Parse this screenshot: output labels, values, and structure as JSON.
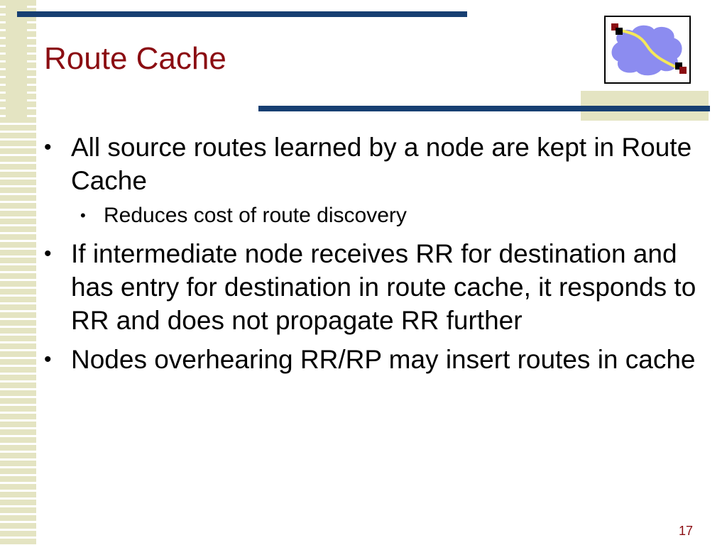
{
  "slide": {
    "title": "Route Cache",
    "page_number": "17",
    "colors": {
      "title": "#8b0d12",
      "accent_line": "#173f72",
      "stripe": "#e4e4c2",
      "logo_cloud": "#8c8cf0",
      "logo_path": "#f5e85a",
      "logo_node": "#8b0d12"
    },
    "logo_icon": "network-cloud-icon",
    "bullets": [
      {
        "text": "All source routes learned by a node are kept in Route Cache",
        "sub": [
          "Reduces cost of route discovery"
        ]
      },
      {
        "text": "If intermediate node receives RR for destination and has entry for destination in route cache, it responds to RR and does not propagate RR further",
        "sub": []
      },
      {
        "text": "Nodes overhearing RR/RP may insert routes in cache",
        "sub": []
      }
    ]
  }
}
